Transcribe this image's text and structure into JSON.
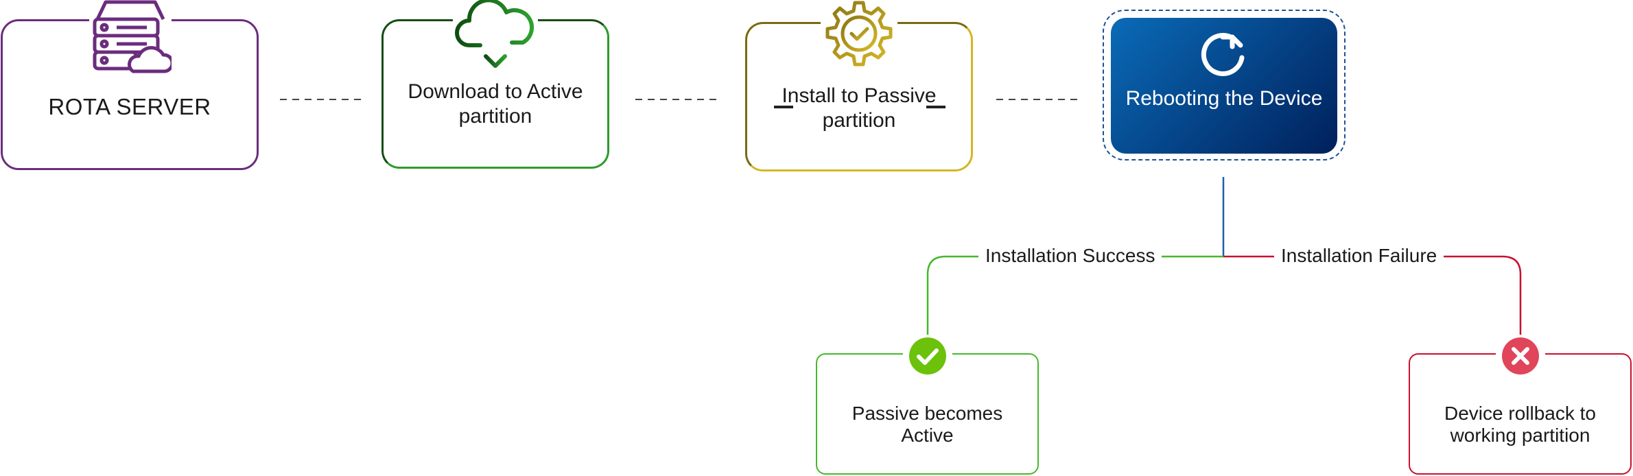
{
  "steps": {
    "rota_server": "ROTA SERVER",
    "download": "Download to Active partition",
    "install": "Install to Passive partition",
    "reboot": "Rebooting the Device"
  },
  "branches": {
    "success_label": "Installation Success",
    "failure_label": "Installation Failure"
  },
  "outcomes": {
    "success": "Passive becomes Active",
    "failure": "Device rollback to working partition"
  },
  "colors": {
    "server": "#6b2c7e",
    "download": "#1e7a1e",
    "install": "#c6aa1a",
    "reboot_dark": "#00205b",
    "reboot_light": "#0a6bb8",
    "success": "#45b82a",
    "failure": "#c8102e",
    "failure_icon": "#e0455a"
  }
}
